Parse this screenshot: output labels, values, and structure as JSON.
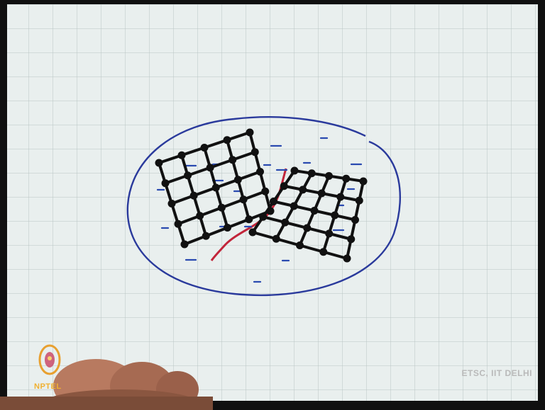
{
  "slide": {
    "watermark": "ETSC, IIT DELHI",
    "logo_label": "NPTEL",
    "logo_icon": "nptel-logo-icon"
  },
  "colors": {
    "paper": "#e9efee",
    "grid_line": "#b9c6c4",
    "boundary_ink": "#2a3a9c",
    "crystal_ink": "#111111",
    "grain_boundary_ink": "#c2253a",
    "charge_ink": "#2a4ab0"
  },
  "diagram": {
    "left_grain": {
      "rows": 4,
      "cols": 4
    },
    "right_grain": {
      "rows": 4,
      "cols": 4
    }
  }
}
